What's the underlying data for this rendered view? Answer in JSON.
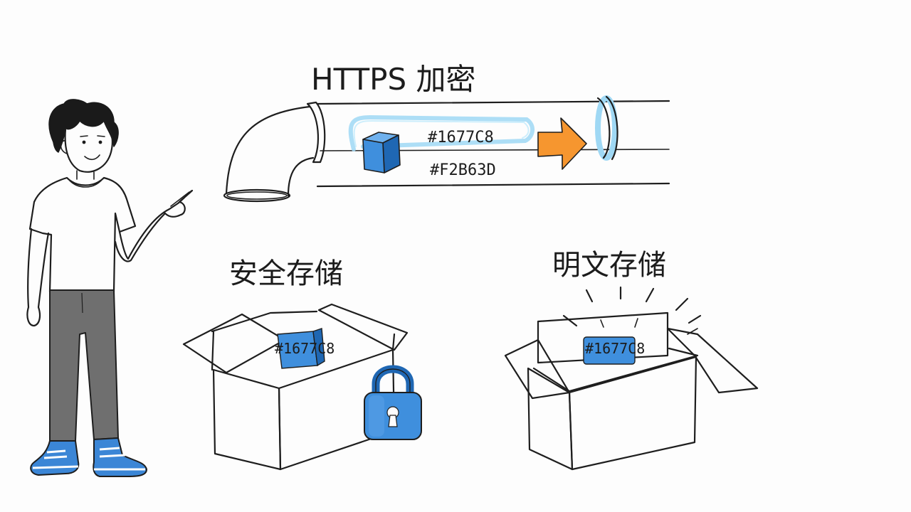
{
  "title": "HTTPS 加密",
  "pipe": {
    "label_top": "#1677C8",
    "label_bottom": "#F2B63D"
  },
  "secure_box": {
    "label": "安全存储",
    "item_label": "#1677C8"
  },
  "plain_box": {
    "label": "明文存储",
    "item_label": "#1677C8"
  },
  "colors": {
    "blue": "#3f8fdd",
    "blue_dark": "#1f67b3",
    "orange": "#f6962f",
    "glow": "#9fd8f4",
    "pants": "#6f6f6f",
    "shoe": "#3b86d6"
  },
  "icons": [
    "person",
    "cube-icon",
    "arrow-right-icon",
    "padlock-icon"
  ]
}
